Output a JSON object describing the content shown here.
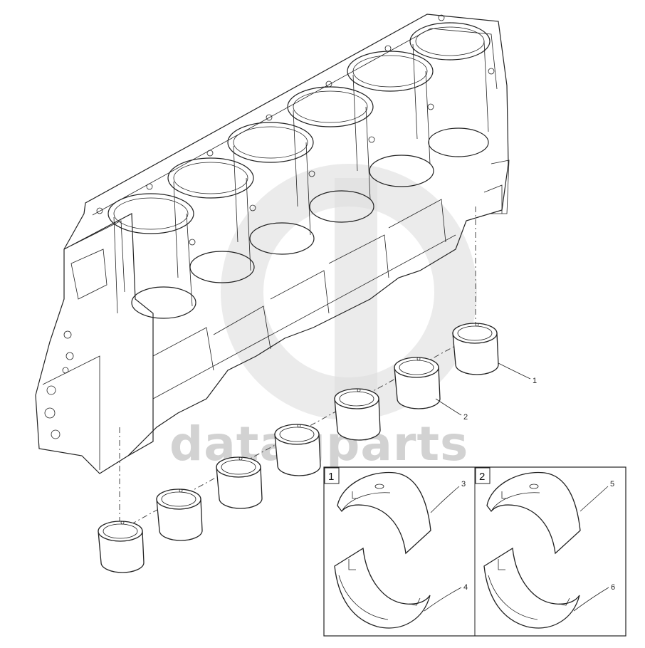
{
  "watermark": {
    "text": "datagparts",
    "color": "#d2d2d2"
  },
  "callouts": [
    "1",
    "2",
    "3",
    "4",
    "5",
    "6"
  ],
  "detail_boxes": [
    {
      "label": "1",
      "upper_callout": "3",
      "lower_callout": "4"
    },
    {
      "label": "2",
      "upper_callout": "5",
      "lower_callout": "6"
    }
  ],
  "line_color": "#222222",
  "icons": [
    "engine-block-drawing",
    "main-bearing-shell",
    "bearing-half-shell"
  ]
}
